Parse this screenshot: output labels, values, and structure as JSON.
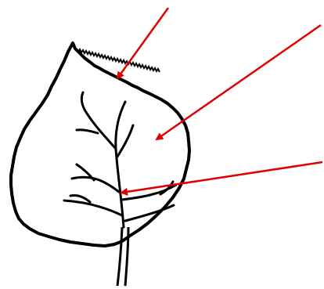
{
  "diagram": {
    "subject": "leaf-outline-drawing",
    "colors": {
      "background": "#ffffff",
      "leaf_stroke": "#000000",
      "arrow": "#e00000"
    },
    "pointer_targets": [
      "leaf-margin",
      "leaf-blade",
      "leaf-vein"
    ]
  }
}
